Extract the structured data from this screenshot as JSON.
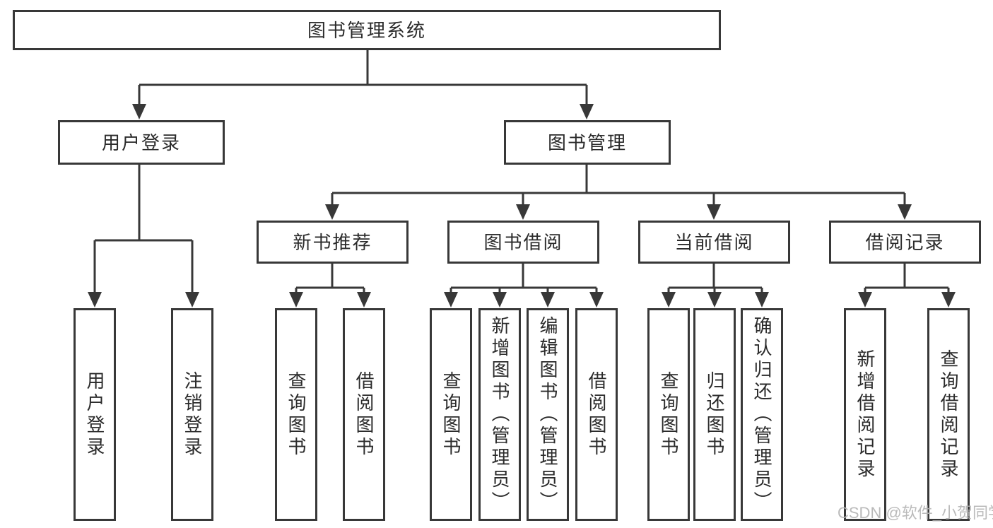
{
  "tree": {
    "root": "图书管理系统",
    "branches": [
      {
        "label": "用户登录",
        "children": [
          "用户登录",
          "注销登录"
        ]
      },
      {
        "label": "图书管理",
        "sections": [
          {
            "label": "新书推荐",
            "children": [
              "查询图书",
              "借阅图书"
            ]
          },
          {
            "label": "图书借阅",
            "children": [
              "查询图书",
              "新增图书（管理员）",
              "编辑图书（管理员）",
              "借阅图书"
            ]
          },
          {
            "label": "当前借阅",
            "children": [
              "查询图书",
              "归还图书",
              "确认归还（管理员）"
            ]
          },
          {
            "label": "借阅记录",
            "children": [
              "新增借阅记录",
              "查询借阅记录"
            ]
          }
        ]
      }
    ]
  },
  "watermark": {
    "text": "CSDN @软件_小贺同学"
  },
  "colors": {
    "line": "#383838",
    "text": "#2b2b2b",
    "box_background": "#ffffff",
    "page_background": "#ffffff",
    "watermark": "#b5b5b5"
  }
}
